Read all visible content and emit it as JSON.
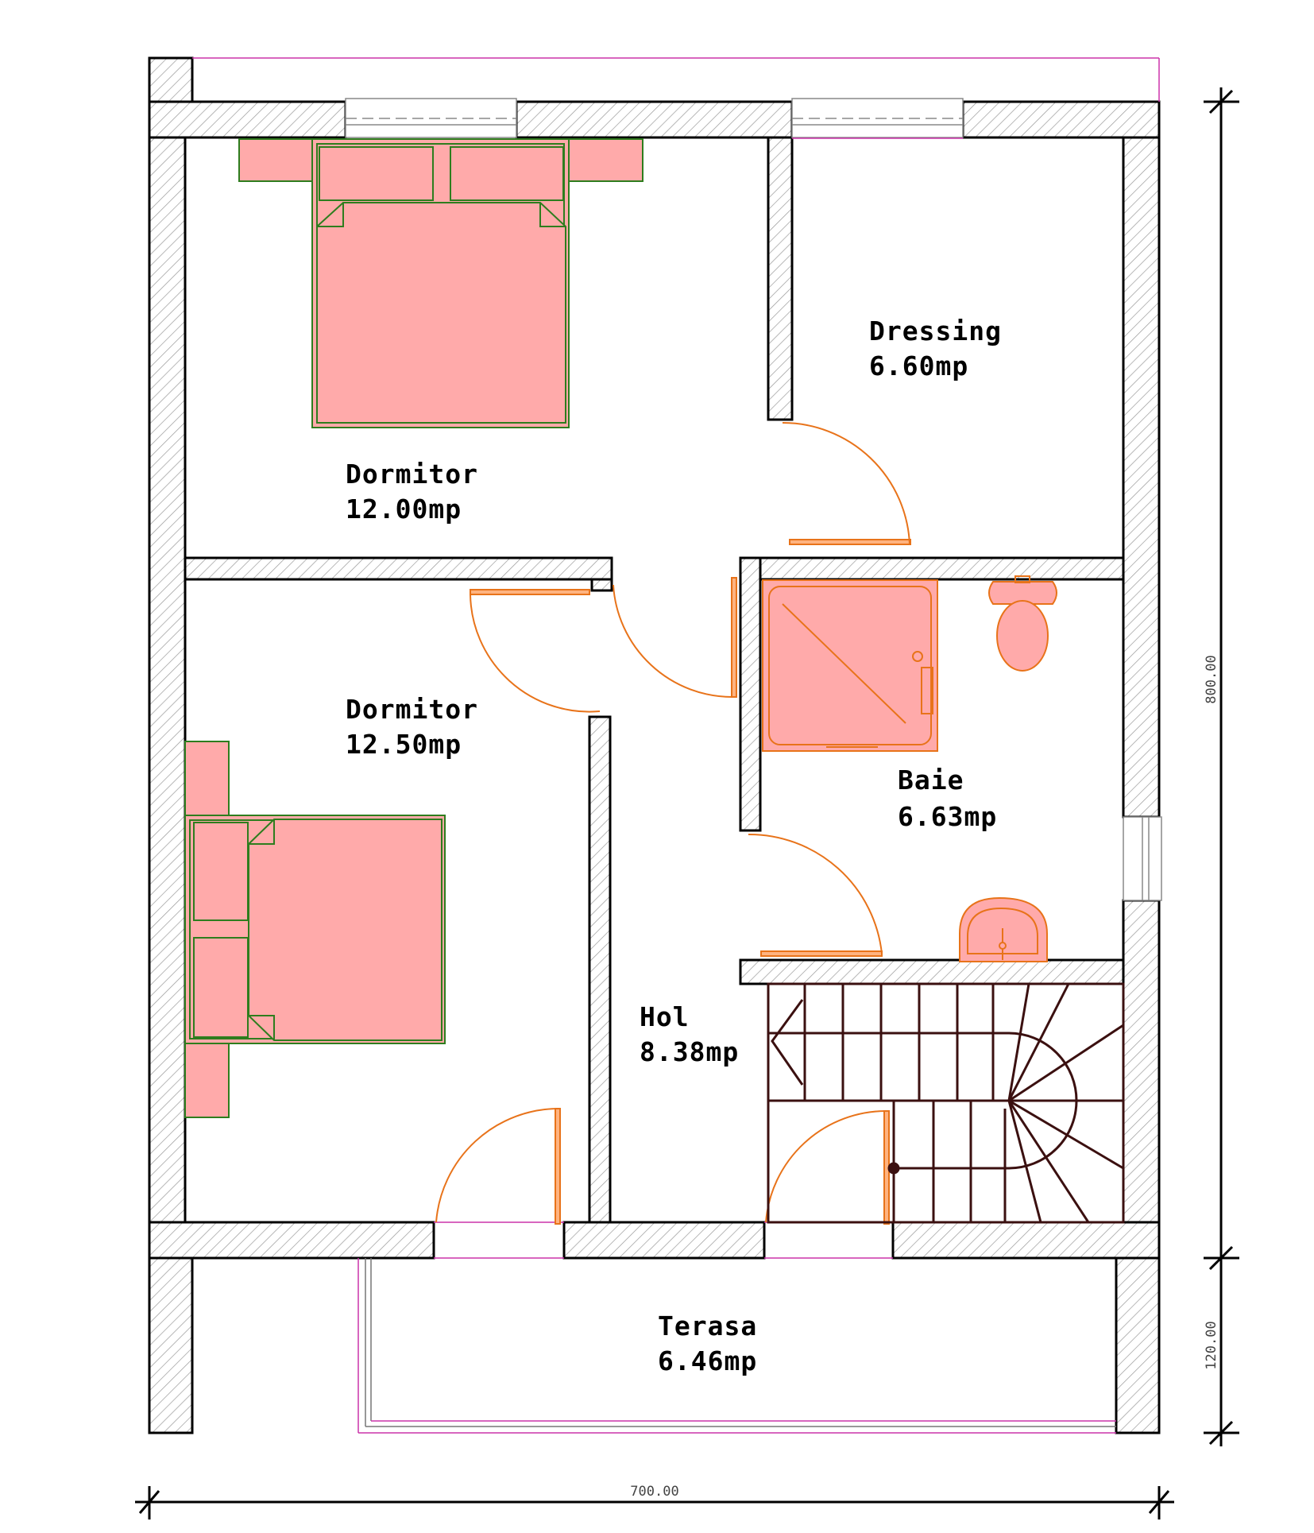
{
  "colors": {
    "wall_outline": "#000000",
    "wall_hatch": "#9a9a9a",
    "furniture_fill": "#ffaaaa",
    "bed_outline": "#2e7d1e",
    "bath_outline": "#e8731a",
    "door_swing": "#e8731a",
    "magenta_line": "#cc33aa",
    "stair_line": "#3b1010",
    "dimension_line": "#000000"
  },
  "rooms": [
    {
      "id": "dormitor-1",
      "name": "Dormitor",
      "area": "12.00mp"
    },
    {
      "id": "dressing",
      "name": "Dressing",
      "area": "6.60mp"
    },
    {
      "id": "dormitor-2",
      "name": "Dormitor",
      "area": "12.50mp"
    },
    {
      "id": "baie",
      "name": "Baie",
      "area": "6.63mp"
    },
    {
      "id": "hol",
      "name": "Hol",
      "area": "8.38mp"
    },
    {
      "id": "terasa",
      "name": "Terasa",
      "area": "6.46mp"
    }
  ],
  "dimensions": {
    "width": "700.00",
    "height_main": "800.00",
    "height_terrace": "120.00"
  }
}
